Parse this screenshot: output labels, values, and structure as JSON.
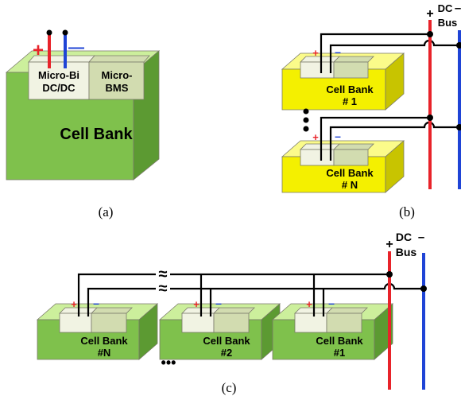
{
  "colors": {
    "green_top": "#ccef9c",
    "green_front": "#7fc14c",
    "green_side": "#5c9a32",
    "yellow_top": "#fbfb8a",
    "yellow_front": "#f4f000",
    "yellow_side": "#c8c400",
    "module_light": "#f1f3e3",
    "module_mid": "#d2dcb0",
    "positive": "#e8232a",
    "negative": "#1f44d6",
    "wire": "#000000"
  },
  "panel_a": {
    "caption": "(a)",
    "cell_bank_label": "Cell Bank",
    "dcdc_label_line1": "Micro-Bi",
    "dcdc_label_line2": "DC/DC",
    "bms_label_line1": "Micro-",
    "bms_label_line2": "BMS",
    "plus": "+",
    "minus": "—"
  },
  "panel_b": {
    "caption": "(b)",
    "bus_plus": "+",
    "bus_dc": "DC",
    "bus_minus": "–",
    "bus_label": "Bus",
    "banks": [
      {
        "line1": "Cell Bank",
        "line2": "# 1"
      },
      {
        "line1": "Cell Bank",
        "line2": "# N"
      }
    ],
    "ellipsis": "⋮",
    "plus": "+",
    "minus": "–"
  },
  "panel_c": {
    "caption": "(c)",
    "bus_plus": "+",
    "bus_dc": "DC",
    "bus_minus": "–",
    "bus_label": "Bus",
    "banks": [
      {
        "line1": "Cell Bank",
        "line2": "#N"
      },
      {
        "line1": "Cell Bank",
        "line2": "#2"
      },
      {
        "line1": "Cell Bank",
        "line2": "#1"
      }
    ],
    "ellipsis": "•••",
    "break_symbol": "≈",
    "plus": "+",
    "minus": "–"
  }
}
